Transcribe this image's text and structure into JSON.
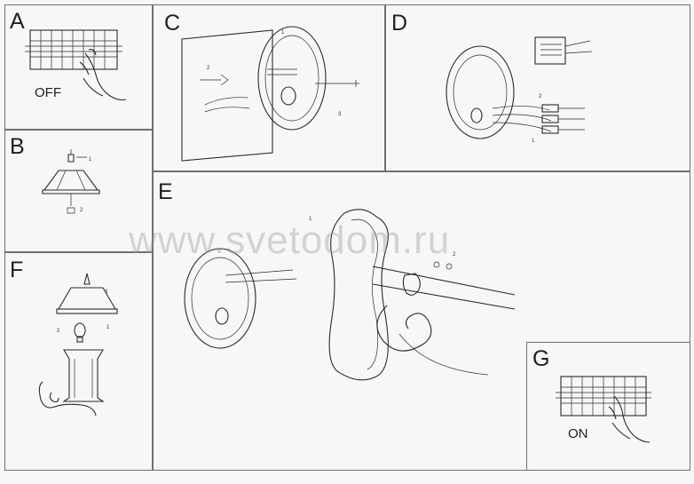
{
  "panels": {
    "a": {
      "letter": "A",
      "caption": "OFF"
    },
    "b": {
      "letter": "B"
    },
    "c": {
      "letter": "C"
    },
    "d": {
      "letter": "D"
    },
    "e": {
      "letter": "E"
    },
    "f": {
      "letter": "F"
    },
    "g": {
      "letter": "G",
      "caption": "ON"
    }
  },
  "watermark": "www.svetodom.ru"
}
